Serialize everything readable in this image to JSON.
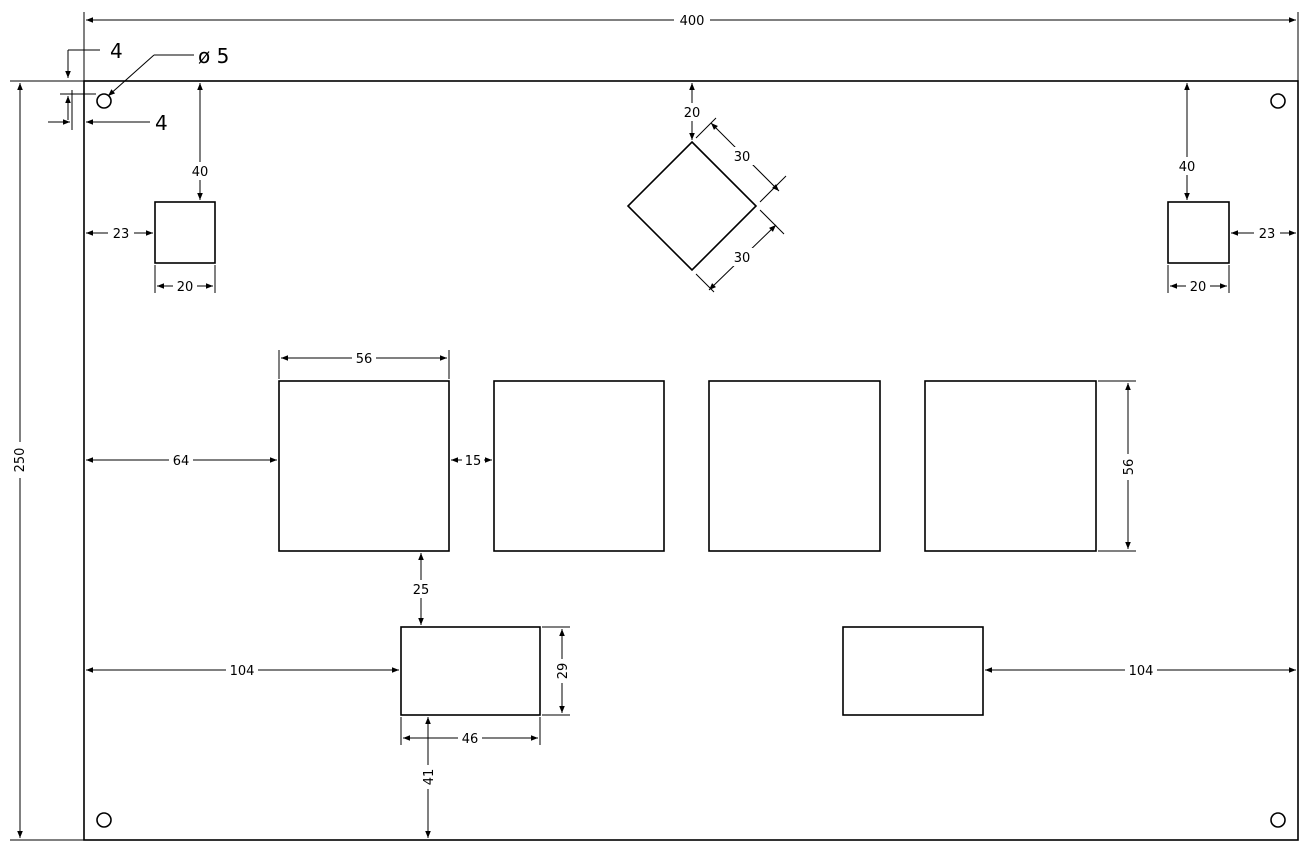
{
  "dimensions": {
    "plate_width": "400",
    "plate_height": "250",
    "hole_offset_y": "4",
    "hole_offset_x": "4",
    "hole_diameter": "ø 5",
    "small_square_top_left": "40",
    "small_square_side_left": "23",
    "small_square_width_left": "20",
    "small_square_top_right": "40",
    "small_square_side_right": "23",
    "small_square_width_right": "20",
    "diamond_top": "20",
    "diamond_edge_upper": "30",
    "diamond_edge_lower": "30",
    "big_square_width": "56",
    "big_square_height": "56",
    "big_square_left_offset": "64",
    "big_square_gap": "15",
    "big_to_rect_gap": "25",
    "rect_left_offset": "104",
    "rect_right_offset": "104",
    "rect_height": "29",
    "rect_width": "46",
    "rect_bottom_offset": "41"
  }
}
